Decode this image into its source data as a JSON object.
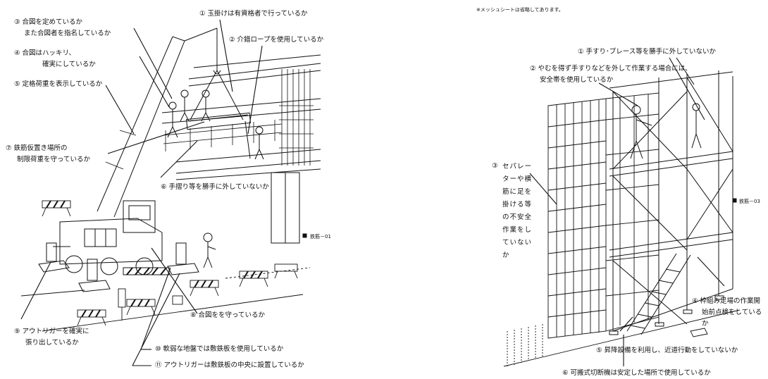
{
  "left": {
    "item3": {
      "line1": "③ 合図を定めているか",
      "line2": "また合図者を指名しているか"
    },
    "item1": "① 玉掛けは有資格者で行っているか",
    "item2": "② 介錯ロープを使用しているか",
    "item4": {
      "line1": "④ 合図はハッキリ、",
      "line2": "確実にしているか"
    },
    "item5": "⑤ 定格荷重を表示しているか",
    "item7": {
      "line1": "⑦ 鉄筋仮置き場所の",
      "line2": "制限荷重を守っているか"
    },
    "item6": "⑥ 手摺り等を勝手に外していないか",
    "ref": "鉄筋－01",
    "item8": "⑧ 合図をを守っているか",
    "item9": {
      "line1": "⑨ アウトリガーを確実に",
      "line2": "張り出しているか"
    },
    "item10": "⑩ 軟弱な地盤では敷鉄板を使用しているか",
    "item11": "⑪ アウトリガーは敷鉄板の中央に設置しているか"
  },
  "right": {
    "note": "※メッシュシートは省略してあります。",
    "item1": "① 手すり･ブレース等を勝手に外していないか",
    "item2": {
      "line1": "② やむを得ず手すりなどを外して作業する場合には、",
      "line2": "安全帯を使用しているか"
    },
    "item3_num": "③",
    "item3_text": "セパレーターや横筋に足を掛ける等の不安全作業をしていないか",
    "ref": "鉄筋－03",
    "item4": {
      "line1": "④ 枠組み足場の作業開",
      "line2": "始前点検をしている",
      "line3": "か"
    },
    "item5": "⑤ 昇降設備を利用し、近道行動をしていないか",
    "item6": "⑥ 可搬式切断機は安定した場所で使用しているか"
  }
}
